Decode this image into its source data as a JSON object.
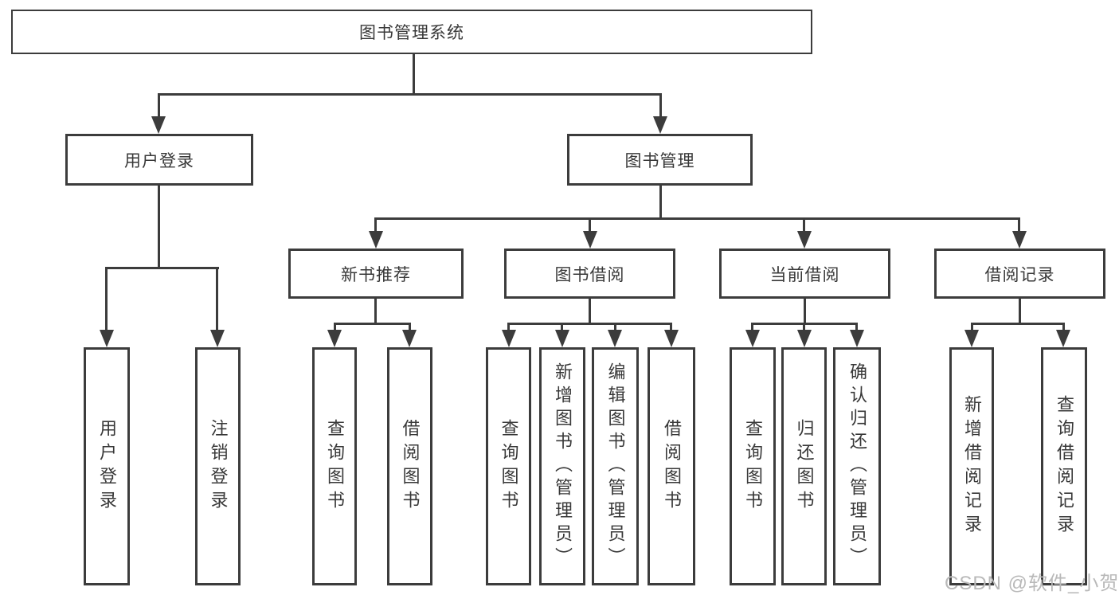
{
  "diagram": {
    "root": {
      "label": "图书管理系统"
    },
    "level2": [
      {
        "id": "user-login",
        "label": "用户登录"
      },
      {
        "id": "book-management",
        "label": "图书管理"
      }
    ],
    "level3": [
      {
        "id": "new-book-recommend",
        "label": "新书推荐",
        "parent": "图书管理"
      },
      {
        "id": "book-borrow",
        "label": "图书借阅",
        "parent": "图书管理"
      },
      {
        "id": "current-borrow",
        "label": "当前借阅",
        "parent": "图书管理"
      },
      {
        "id": "borrow-records",
        "label": "借阅记录",
        "parent": "图书管理"
      }
    ],
    "leaves": [
      {
        "label": "用户登录",
        "parent": "用户登录"
      },
      {
        "label": "注销登录",
        "parent": "用户登录"
      },
      {
        "label": "查询图书",
        "parent": "新书推荐"
      },
      {
        "label": "借阅图书",
        "parent": "新书推荐"
      },
      {
        "label": "查询图书",
        "parent": "图书借阅"
      },
      {
        "label": "新增图书（管理员）",
        "parent": "图书借阅"
      },
      {
        "label": "编辑图书（管理员）",
        "parent": "图书借阅"
      },
      {
        "label": "借阅图书",
        "parent": "图书借阅"
      },
      {
        "label": "查询图书",
        "parent": "当前借阅"
      },
      {
        "label": "归还图书",
        "parent": "当前借阅"
      },
      {
        "label": "确认归还（管理员）",
        "parent": "当前借阅"
      },
      {
        "label": "新增借阅记录",
        "parent": "借阅记录"
      },
      {
        "label": "查询借阅记录",
        "parent": "借阅记录"
      }
    ],
    "watermark": "CSDN @软件_小贺同学",
    "colors": {
      "line": "#3c3c3c",
      "text": "#383838",
      "watermark": "#b9b9b9",
      "background": "#ffffff"
    }
  }
}
